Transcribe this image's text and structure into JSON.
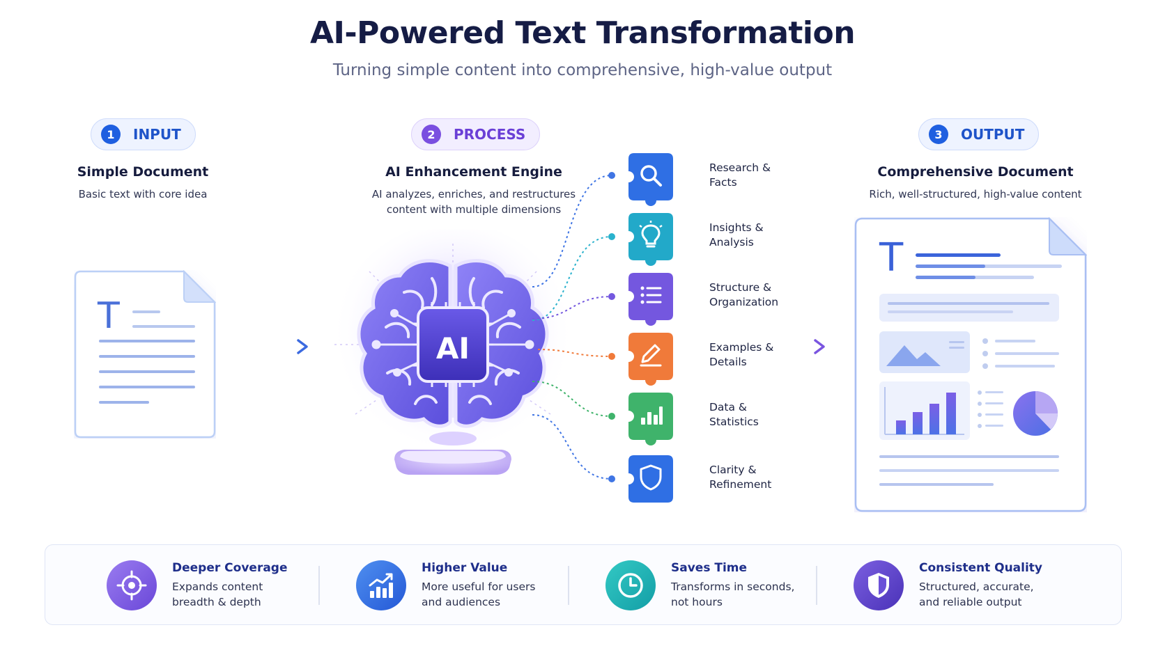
{
  "header": {
    "title": "AI-Powered Text Transformation",
    "subtitle": "Turning simple content into comprehensive, high-value output"
  },
  "steps": [
    {
      "number": "1",
      "label": "INPUT",
      "heading": "Simple Document",
      "description": "Basic text with core idea"
    },
    {
      "number": "2",
      "label": "PROCESS",
      "heading": "AI Enhancement Engine",
      "description_line1": "AI analyzes, enriches, and restructures",
      "description_line2": "content with multiple dimensions"
    },
    {
      "number": "3",
      "label": "OUTPUT",
      "heading": "Comprehensive Document",
      "description": "Rich, well-structured, high-value content"
    }
  ],
  "engine": {
    "chip_text": "AI"
  },
  "input_doc": {
    "glyph": "T"
  },
  "output_doc": {
    "glyph": "T"
  },
  "dimensions": [
    {
      "line1": "Research &",
      "line2": "Facts",
      "icon": "search-icon",
      "color": "#2f6fe4"
    },
    {
      "line1": "Insights &",
      "line2": "Analysis",
      "icon": "lightbulb-icon",
      "color": "#22a9c9"
    },
    {
      "line1": "Structure &",
      "line2": "Organization",
      "icon": "list-icon",
      "color": "#7457df"
    },
    {
      "line1": "Examples &",
      "line2": "Details",
      "icon": "pencil-icon",
      "color": "#f07a3a"
    },
    {
      "line1": "Data &",
      "line2": "Statistics",
      "icon": "bar-chart-icon",
      "color": "#3fb36b"
    },
    {
      "line1": "Clarity &",
      "line2": "Refinement",
      "icon": "shield-icon",
      "color": "#2f6fe4"
    }
  ],
  "benefits": [
    {
      "title": "Deeper Coverage",
      "line1": "Expands content",
      "line2": "breadth & depth",
      "icon": "target-icon",
      "color": "#7a56dd"
    },
    {
      "title": "Higher Value",
      "line1": "More useful for users",
      "line2": "and audiences",
      "icon": "growth-chart-icon",
      "color": "#2f70e0"
    },
    {
      "title": "Saves Time",
      "line1": "Transforms in seconds,",
      "line2": "not hours",
      "icon": "clock-icon",
      "color": "#1fb2b5"
    },
    {
      "title": "Consistent Quality",
      "line1": "Structured, accurate,",
      "line2": "and reliable output",
      "icon": "shield-check-icon",
      "color": "#6547cf"
    }
  ]
}
